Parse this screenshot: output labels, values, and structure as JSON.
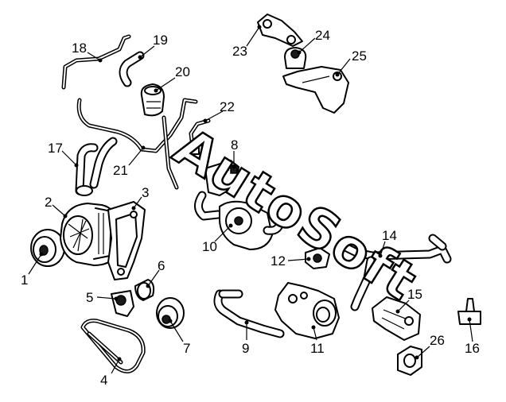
{
  "watermark": "AutoSoft",
  "callouts": [
    {
      "id": "1",
      "label": "1"
    },
    {
      "id": "2",
      "label": "2"
    },
    {
      "id": "3",
      "label": "3"
    },
    {
      "id": "4",
      "label": "4"
    },
    {
      "id": "5",
      "label": "5"
    },
    {
      "id": "6",
      "label": "6"
    },
    {
      "id": "7",
      "label": "7"
    },
    {
      "id": "8",
      "label": "8"
    },
    {
      "id": "9",
      "label": "9"
    },
    {
      "id": "10",
      "label": "10"
    },
    {
      "id": "11",
      "label": "11"
    },
    {
      "id": "12",
      "label": "12"
    },
    {
      "id": "14",
      "label": "14"
    },
    {
      "id": "15",
      "label": "15"
    },
    {
      "id": "16",
      "label": "16"
    },
    {
      "id": "17",
      "label": "17"
    },
    {
      "id": "18",
      "label": "18"
    },
    {
      "id": "19",
      "label": "19"
    },
    {
      "id": "20",
      "label": "20"
    },
    {
      "id": "21",
      "label": "21"
    },
    {
      "id": "22",
      "label": "22"
    },
    {
      "id": "23",
      "label": "23"
    },
    {
      "id": "24",
      "label": "24"
    },
    {
      "id": "25",
      "label": "25"
    },
    {
      "id": "26",
      "label": "26"
    }
  ]
}
